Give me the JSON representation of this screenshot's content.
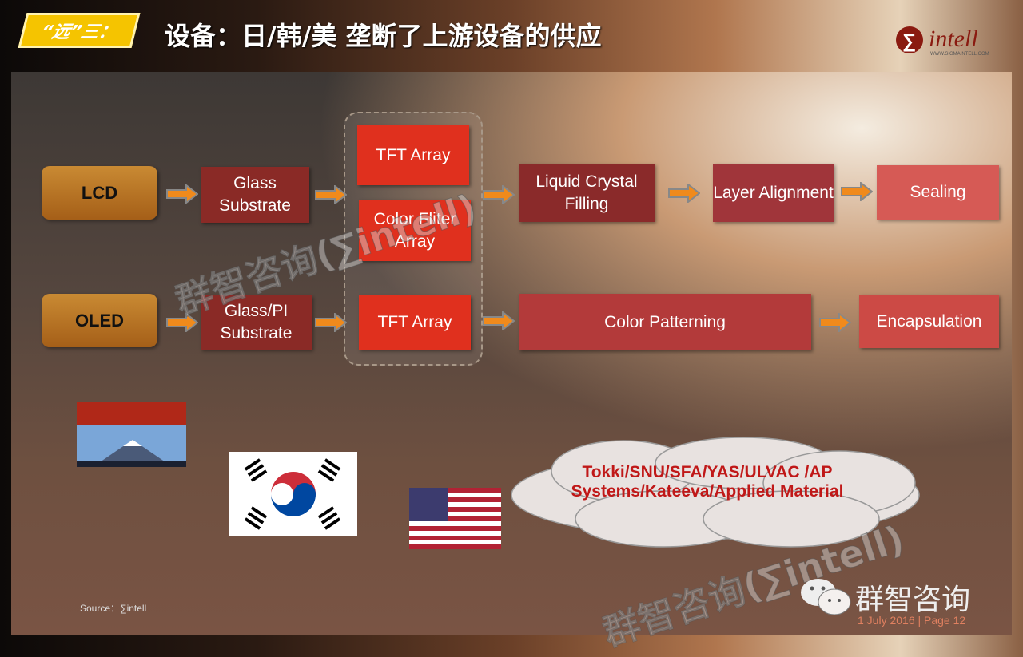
{
  "header": {
    "tag": "“远”三：",
    "title": "设备：日/韩/美 垄断了上游设备的供应",
    "logo": {
      "name": "intell",
      "url_text": "WWW.SIGMAINTELL.COM"
    }
  },
  "diagram": {
    "lcd": {
      "label": "LCD",
      "steps": [
        "Glass Substrate",
        "TFT Array",
        "Color Fliter Array",
        "Liquid Crystal Filling",
        "Layer Alignment",
        "Sealing"
      ]
    },
    "oled": {
      "label": "OLED",
      "steps": [
        "Glass/PI Substrate",
        "TFT Array",
        "Color Patterning",
        "Encapsulation"
      ]
    }
  },
  "suppliers": {
    "us_text": "Tokki/SNU/SFA/YAS/ULVAC /AP Systems/Kateeva/Applied Material"
  },
  "watermark": "群智咨询(∑intell)",
  "footer": {
    "source": "Source：∑intell",
    "brand": "群智咨询",
    "date_page": "1 July 2016 | Page 12"
  },
  "colors": {
    "accent": "#f5c400",
    "box_dark": "#8a2a26",
    "box_red": "#e0301e",
    "arrow": "#f08a1c"
  }
}
